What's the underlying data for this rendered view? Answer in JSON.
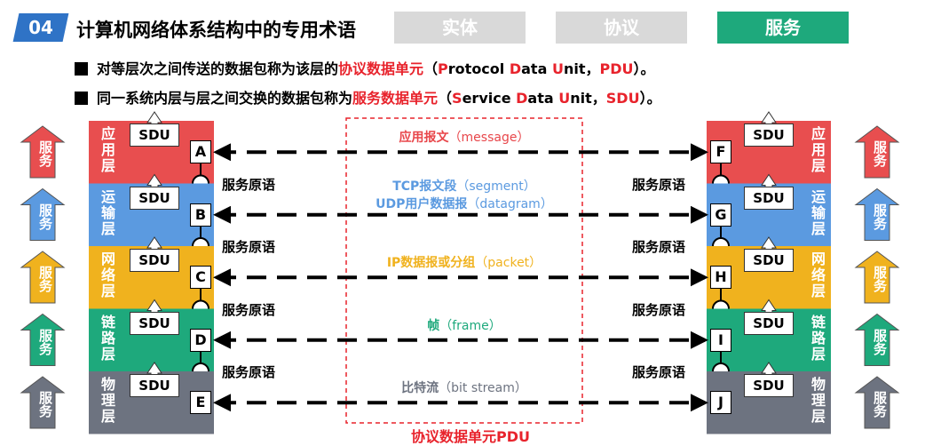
{
  "header": {
    "badge": "04",
    "title": "计算机网络体系结构中的专用术语",
    "tabs": [
      {
        "label": "实体",
        "color": "#d9d9d9"
      },
      {
        "label": "协议",
        "color": "#d9d9d9"
      },
      {
        "label": "服务",
        "color": "#1ea97c"
      }
    ]
  },
  "bullets": [
    {
      "pre": "对等层次之间传送的数据包称为该层的",
      "term": "协议数据单元",
      "open": "（",
      "c1": "P",
      "w1": "rotocol ",
      "c2": "D",
      "w2": "ata ",
      "c3": "U",
      "w3": "nit，",
      "abbr": "PDU",
      "close": "）。"
    },
    {
      "pre": "同一系统内层与层之间交换的数据包称为",
      "term": "服务数据单元",
      "open": "（",
      "c1": "S",
      "w1": "ervice ",
      "c2": "D",
      "w2": "ata ",
      "c3": "U",
      "w3": "nit，",
      "abbr": "SDU",
      "close": "）。"
    }
  ],
  "layers": [
    {
      "name": "应用层",
      "color": "#e84e4f",
      "sdu": "SDU",
      "left_sap": "A",
      "right_sap": "F",
      "message": "应用报文",
      "message_en": "（message）",
      "message2": "",
      "message2_en": "",
      "msg_color": "#e8464a"
    },
    {
      "name": "运输层",
      "color": "#5b9ae0",
      "sdu": "SDU",
      "left_sap": "B",
      "right_sap": "G",
      "message": "TCP报文段",
      "message_en": "（segment）",
      "message2": "UDP用户数据报",
      "message2_en": "（datagram）",
      "msg_color": "#5b9ae0"
    },
    {
      "name": "网络层",
      "color": "#f0b21e",
      "sdu": "SDU",
      "left_sap": "C",
      "right_sap": "H",
      "message": "IP数据报或分组",
      "message_en": "（packet）",
      "message2": "",
      "message2_en": "",
      "msg_color": "#f0b21e"
    },
    {
      "name": "链路层",
      "color": "#1ea97c",
      "sdu": "SDU",
      "left_sap": "D",
      "right_sap": "I",
      "message": "帧",
      "message_en": "（frame）",
      "message2": "",
      "message2_en": "",
      "msg_color": "#1ea97c"
    },
    {
      "name": "物理层",
      "color": "#6d7380",
      "sdu": "SDU",
      "left_sap": "E",
      "right_sap": "J",
      "message": "比特流",
      "message_en": "（bit stream）",
      "message2": "",
      "message2_en": "",
      "msg_color": "#6d7380"
    }
  ],
  "service_primitive_label": "服务原语",
  "service_arrow_label": "服务",
  "pdu_label": "协议数据单元PDU"
}
